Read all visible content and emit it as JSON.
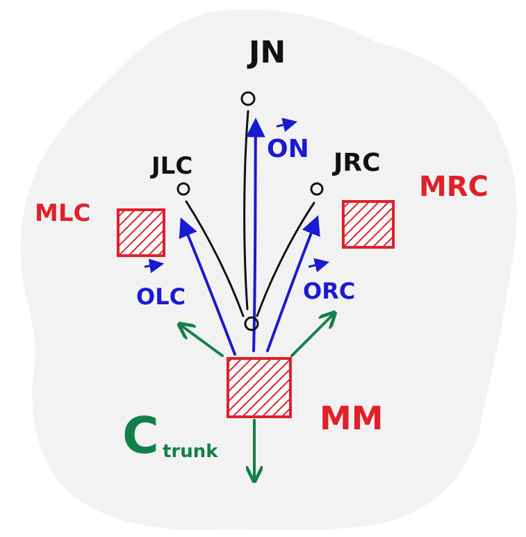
{
  "colors": {
    "background_blob": "#f2f2f2",
    "joint_black": "#111111",
    "muscle_red": "#e0202a",
    "vector_blue": "#1a1ad0",
    "trunk_green": "#12804a"
  },
  "joints": {
    "top": "JN",
    "left": "JLC",
    "right": "JRC",
    "marker": "o"
  },
  "muscles": {
    "left": "MLC",
    "right": "MRC",
    "main": "MM"
  },
  "vectors": {
    "top": "ON",
    "left": "OLC",
    "right": "ORC"
  },
  "trunk": {
    "main": "C",
    "sub": "trunk"
  }
}
